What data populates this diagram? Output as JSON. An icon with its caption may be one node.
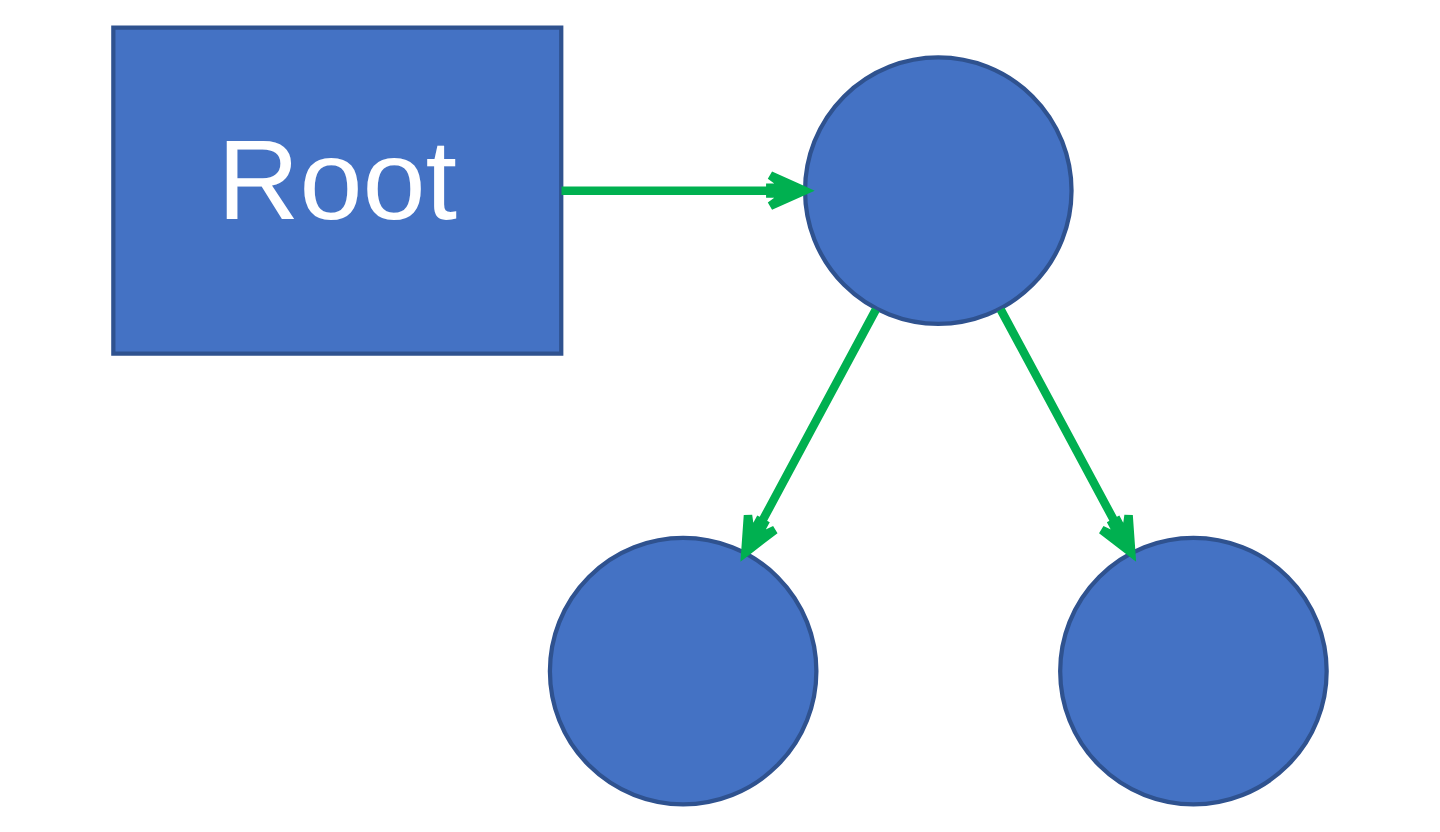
{
  "diagram": {
    "nodes": [
      {
        "text": [
          "Root"
        ]
      },
      {
        "text": [],
        "shape": "circle"
      },
      {
        "text": [],
        "shape": "circle"
      },
      {
        "text": [],
        "shape": "circle"
      }
    ],
    "edges": [
      {
        "from": 0,
        "to": 1,
        "arrow": "to"
      },
      {
        "from": 1,
        "to": 2,
        "arrow": "to"
      },
      {
        "from": 1,
        "to": 3,
        "arrow": "to"
      }
    ]
  }
}
